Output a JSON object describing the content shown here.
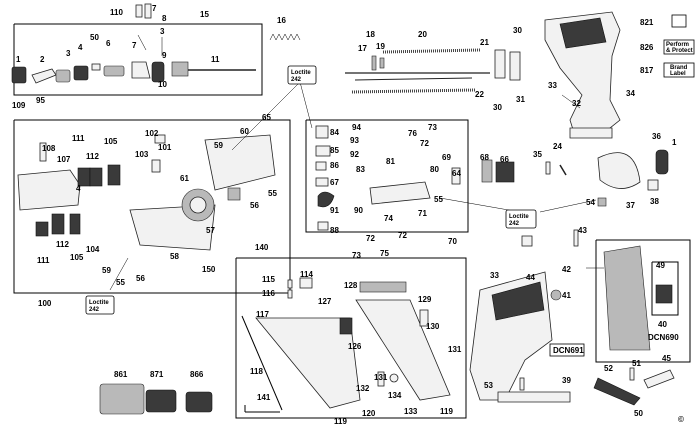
{
  "callouts": {
    "c110": "110",
    "c7": "7",
    "c8": "8",
    "c15": "15",
    "c16": "16",
    "c1": "1",
    "c2": "2",
    "c3a": "3",
    "c3b": "3",
    "c4": "4",
    "c50": "50",
    "c6": "6",
    "c7b": "7",
    "c9": "9",
    "c10": "10",
    "c11": "11",
    "c17": "17",
    "c19": "19",
    "c18": "18",
    "c20": "20",
    "c21": "21",
    "c22": "22",
    "c30a": "30",
    "c30b": "30",
    "c31": "31",
    "c33a": "33",
    "c32": "32",
    "c34": "34",
    "c109": "109",
    "c95": "95",
    "c108": "108",
    "c107": "107",
    "c111a": "111",
    "c4b": "4",
    "c112a": "112",
    "c105a": "105",
    "c102": "102",
    "c103": "103",
    "c101": "101",
    "c59a": "59",
    "c60": "60",
    "c65": "65",
    "c61": "61",
    "c55a": "55",
    "c56a": "56",
    "c57": "57",
    "c58": "58",
    "c104": "104",
    "c112b": "112",
    "c111b": "111",
    "c105b": "105",
    "c59b": "59",
    "c55b": "55",
    "c56b": "56",
    "c150": "150",
    "c100": "100",
    "c84": "84",
    "c94": "94",
    "c93": "93",
    "c92": "92",
    "c85": "85",
    "c86": "86",
    "c67": "67",
    "c83": "83",
    "c81": "81",
    "c76": "76",
    "c72a": "72",
    "c73a": "73",
    "c80": "80",
    "c91": "91",
    "c90": "90",
    "c74": "74",
    "c71": "71",
    "c88": "88",
    "c72b": "72",
    "c72c": "72",
    "c73b": "73",
    "c75": "75",
    "c69": "69",
    "c64": "64",
    "c55c": "55",
    "c68": "68",
    "c66": "66",
    "c70": "70",
    "c35": "35",
    "c24": "24",
    "c36": "36",
    "c1a": "1",
    "c37": "37",
    "c38": "38",
    "c54": "54",
    "c43": "43",
    "c42": "42",
    "c44": "44",
    "c33b": "33",
    "c41": "41",
    "c39": "39",
    "c53": "53",
    "c49": "49",
    "c40": "40",
    "c52": "52",
    "c51": "51",
    "c45": "45",
    "c50b": "50",
    "c140": "140",
    "c115": "115",
    "c116": "116",
    "c114": "114",
    "c127": "127",
    "c128": "128",
    "c117": "117",
    "c126": "126",
    "c129": "129",
    "c130": "130",
    "c131a": "131",
    "c118": "118",
    "c131b": "131",
    "c132": "132",
    "c134": "134",
    "c141": "141",
    "c120": "120",
    "c119a": "119",
    "c133": "133",
    "c119b": "119",
    "c861": "861",
    "c871": "871",
    "c866": "866",
    "c821": "821",
    "c826": "826",
    "c817": "817"
  },
  "tags": {
    "perform_protect_line1": "Perform",
    "perform_protect_line2": "& Protect",
    "brand_label_line1": "Brand",
    "brand_label_line2": "Label",
    "loctite_a_line1": "Loctite",
    "loctite_a_line2": "242",
    "loctite_b_line1": "Loctite",
    "loctite_b_line2": "242",
    "loctite_c_line1": "Loctite",
    "loctite_c_line2": "242",
    "dcn691": "DCN691",
    "dcn690": "DCN690",
    "copyright": "©"
  }
}
